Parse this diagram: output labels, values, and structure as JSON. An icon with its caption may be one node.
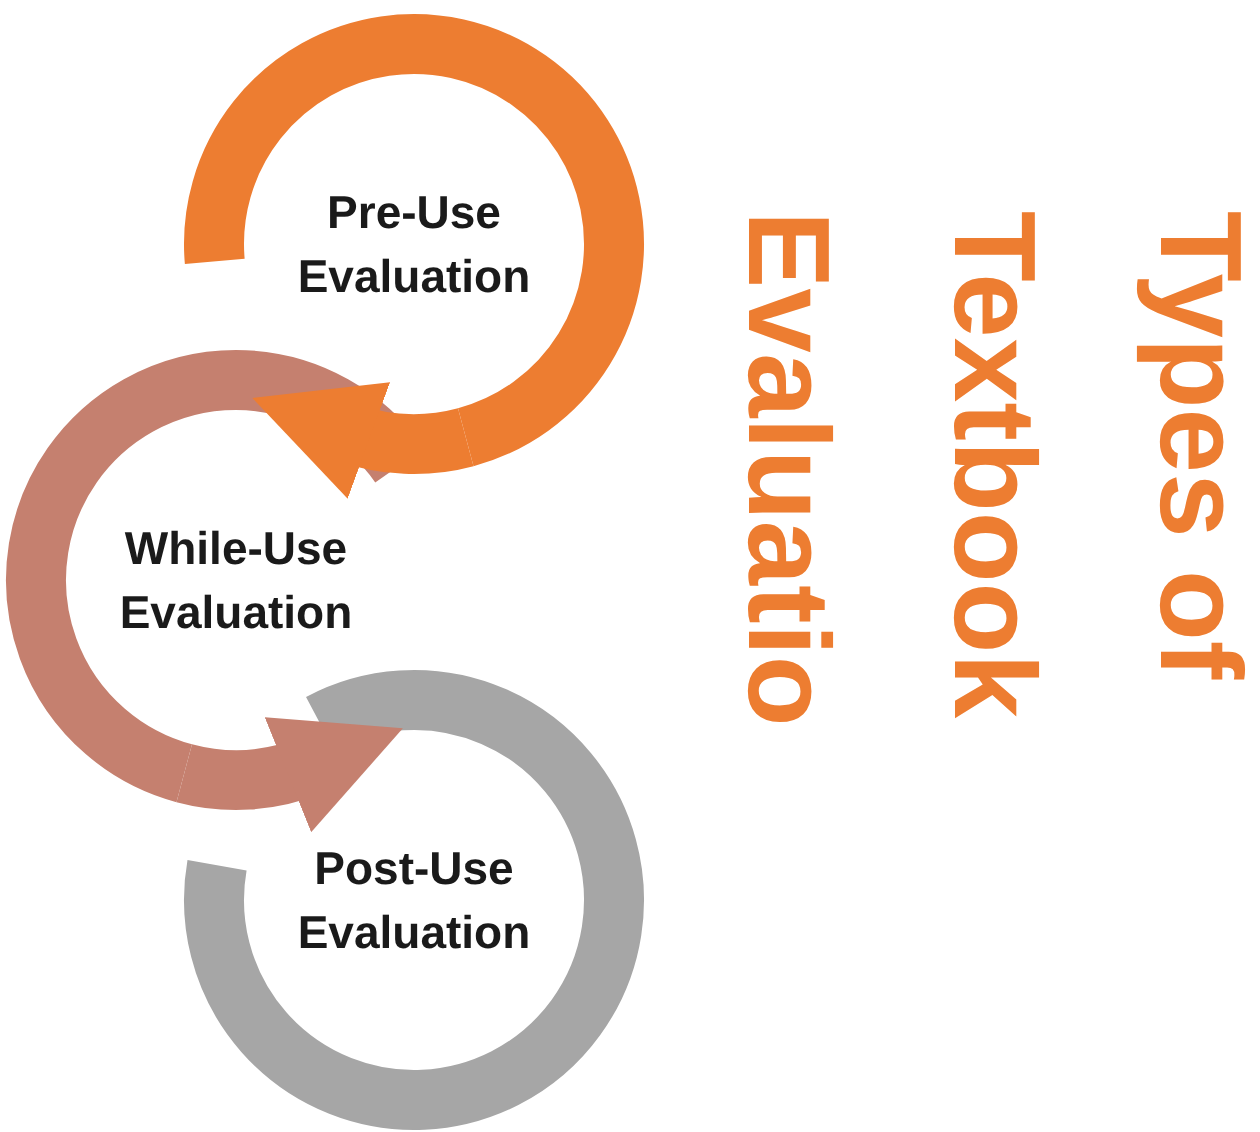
{
  "diagram": {
    "title": "Types of Textbook Evaluatio",
    "nodes": [
      {
        "text": [
          "Pre-Use Evaluation"
        ]
      },
      {
        "text": [
          "While-Use Evaluation"
        ]
      },
      {
        "text": [
          "Post-Use Evaluation"
        ]
      }
    ],
    "edges": [
      {
        "from": 0,
        "to": 1,
        "arrow": "to",
        "color": "#ed7d31"
      },
      {
        "from": 1,
        "to": 2,
        "arrow": "to",
        "color": "#c5806f"
      }
    ]
  }
}
